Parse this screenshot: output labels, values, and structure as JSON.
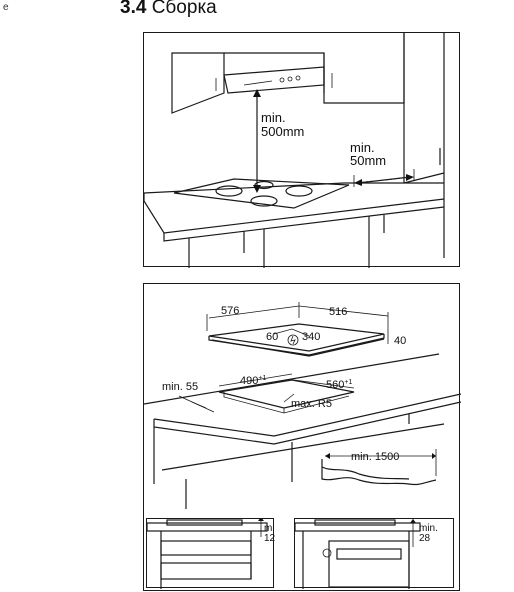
{
  "page": {
    "stray_mark": "e",
    "section_number": "3.4",
    "section_title": "Сборка"
  },
  "top_figure": {
    "hood_clearance_label_1": "min.",
    "hood_clearance_label_2": "500mm",
    "wall_clearance_label_1": "min.",
    "wall_clearance_label_2": "50mm"
  },
  "bottom_figure": {
    "width_dim": "576",
    "depth_dim": "516",
    "height_dim": "40",
    "corner_dim_a": "60",
    "corner_dim_b": "340",
    "cutout_width": "490",
    "cutout_width_sup": "+1",
    "cutout_depth": "560",
    "cutout_depth_sup": "+1",
    "front_clearance": "min. 55",
    "corner_radius": "max. R5",
    "cable_length": "min. 1500",
    "left_detail_label_1": "min.",
    "left_detail_label_2": "12",
    "right_detail_label_1": "min.",
    "right_detail_label_2": "28"
  }
}
